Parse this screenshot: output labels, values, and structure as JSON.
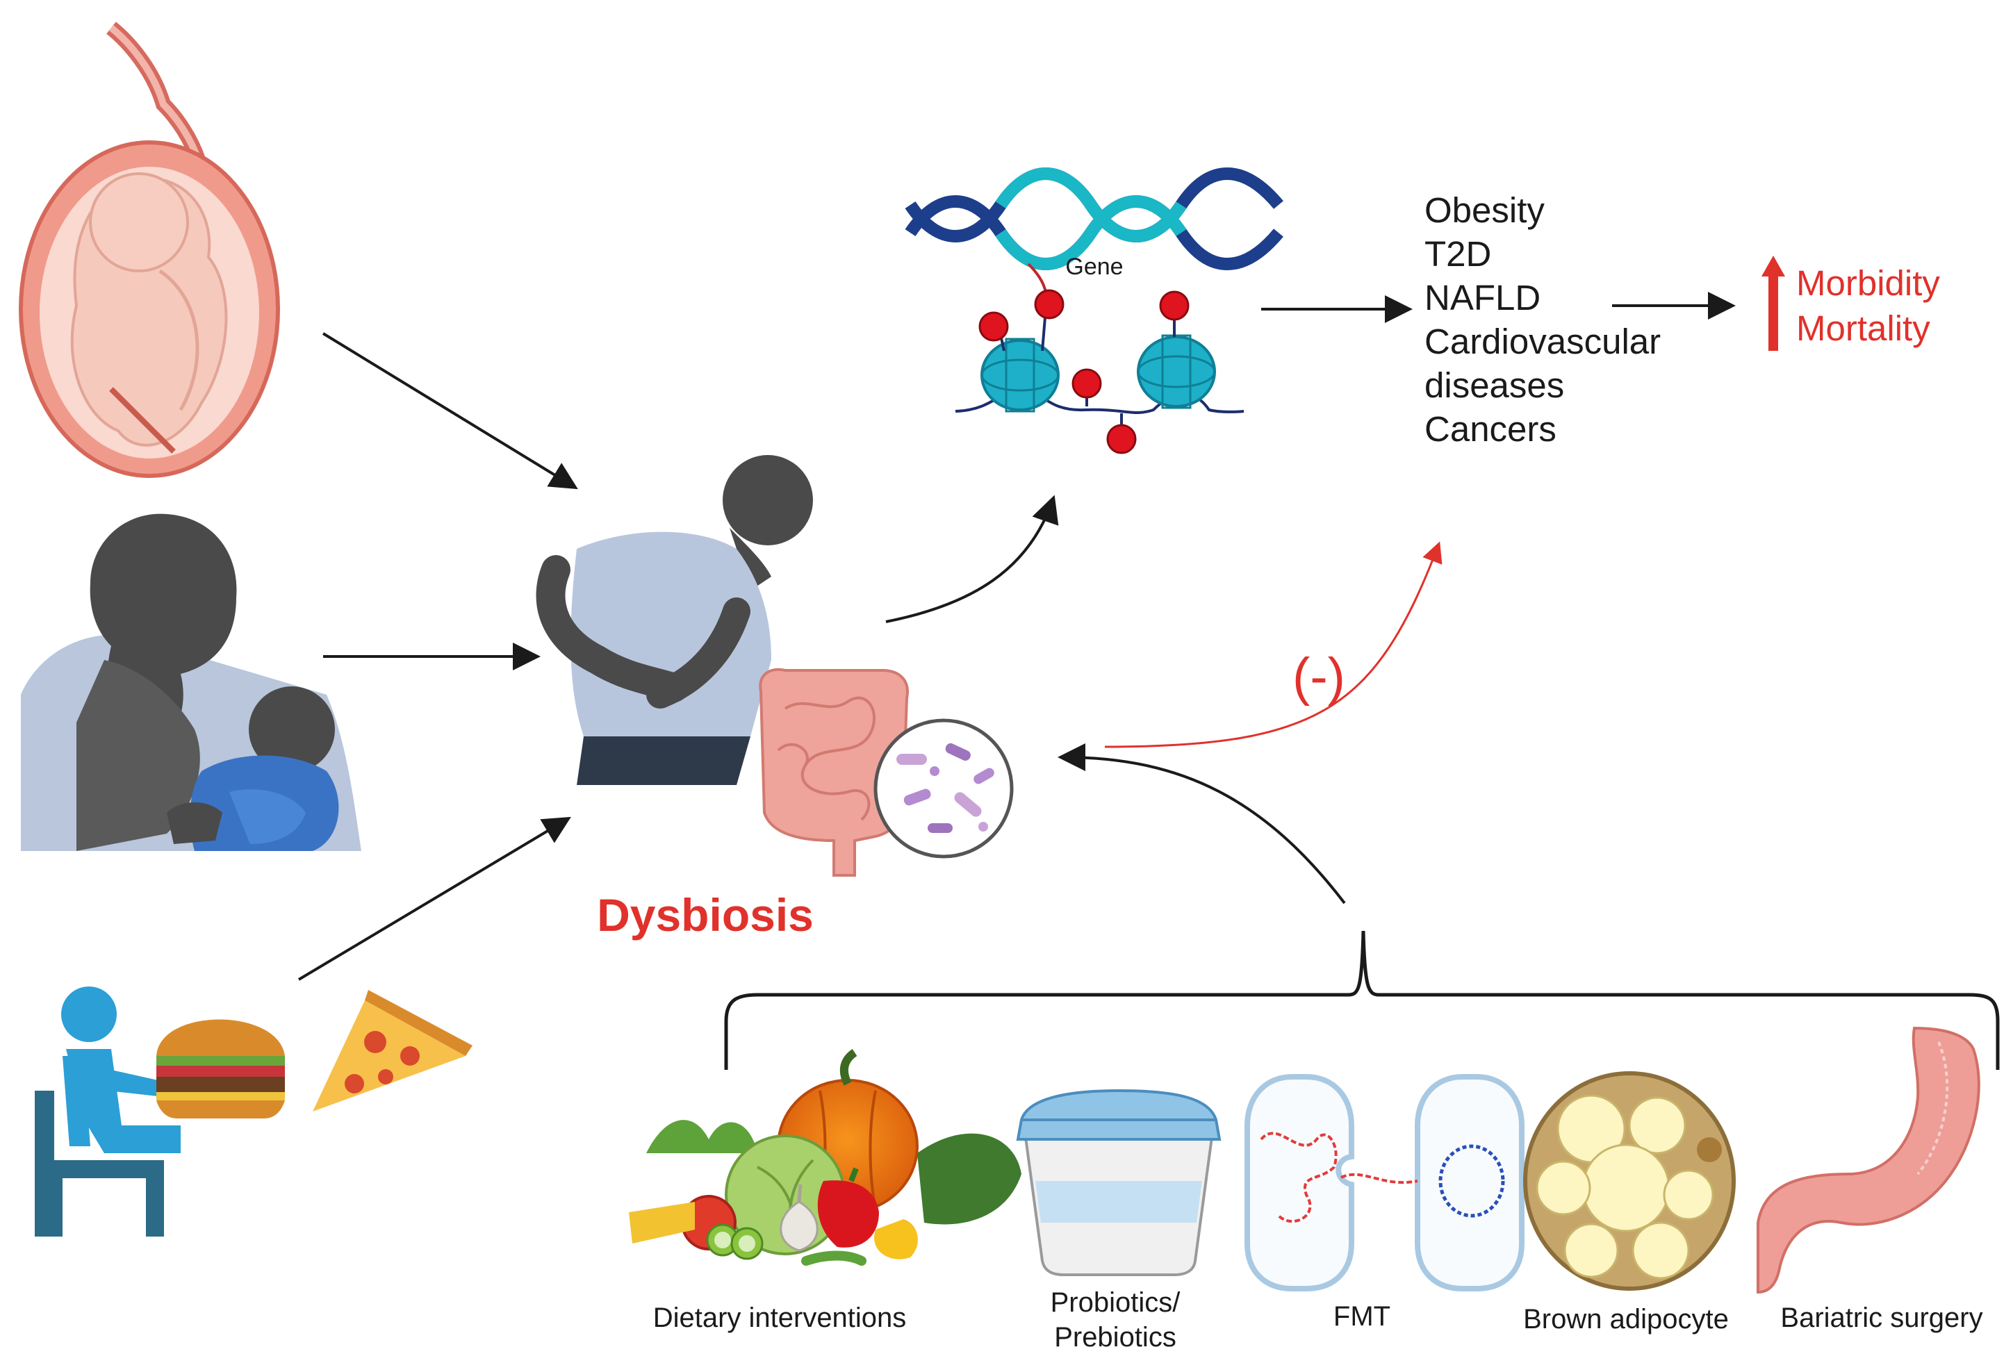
{
  "gene_label": "Gene",
  "diseases": [
    "Obesity",
    "T2D",
    "NAFLD",
    "Cardiovascular",
    "diseases",
    "Cancers"
  ],
  "outcomes": [
    "Morbidity",
    "Mortality"
  ],
  "dysbiosis_label": "Dysbiosis",
  "negative_effect_label": "(-)",
  "interventions": {
    "dietary": "Dietary interventions",
    "probiotics_line1": "Probiotics/",
    "probiotics_line2": "Prebiotics",
    "fmt": "FMT",
    "brown_adipocyte": "Brown adipocyte",
    "bariatric": "Bariatric surgery"
  },
  "colors": {
    "arrow": "#1a1a1a",
    "red": "#e0312b",
    "skin_pink": "#f2a9a0",
    "gut_pink": "#eea39b",
    "shirt": "#b8c6dd",
    "silhouette": "#4a4a4a",
    "person_blue": "#2b9fd6",
    "dna_navy": "#1d3e8a",
    "dna_teal": "#1ab7c6",
    "nucleosome": "#1eb0c9"
  },
  "icons": [
    "pregnancy-icon",
    "breastfeeding-icon",
    "fast-food-diet-icon",
    "abdominal-pain-person-icon",
    "intestine-icon",
    "microbiota-icon",
    "dna-icon",
    "nucleosome-methylation-icon",
    "vegetables-icon",
    "yogurt-icon",
    "fmt-bacteria-icon",
    "brown-adipocyte-icon",
    "stomach-icon"
  ]
}
